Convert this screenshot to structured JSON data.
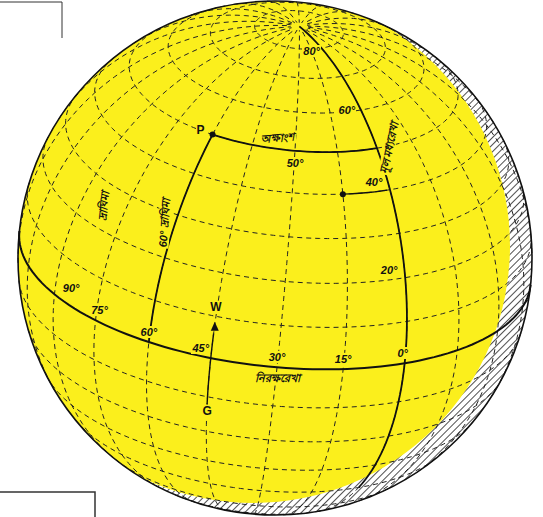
{
  "diagram": {
    "labels": [
      "80°",
      "60°",
      "P",
      "অক্ষাংশ",
      "50°",
      "40°",
      "20°",
      "60° দ্রাঘিমা",
      "মূল মধ্যরেখা",
      "দ্রাঘিমা",
      "90°",
      "75°",
      "60°",
      "45°",
      "30°",
      "15°",
      "0°",
      "W",
      "নিরক্ষরেখা",
      "G"
    ]
  }
}
